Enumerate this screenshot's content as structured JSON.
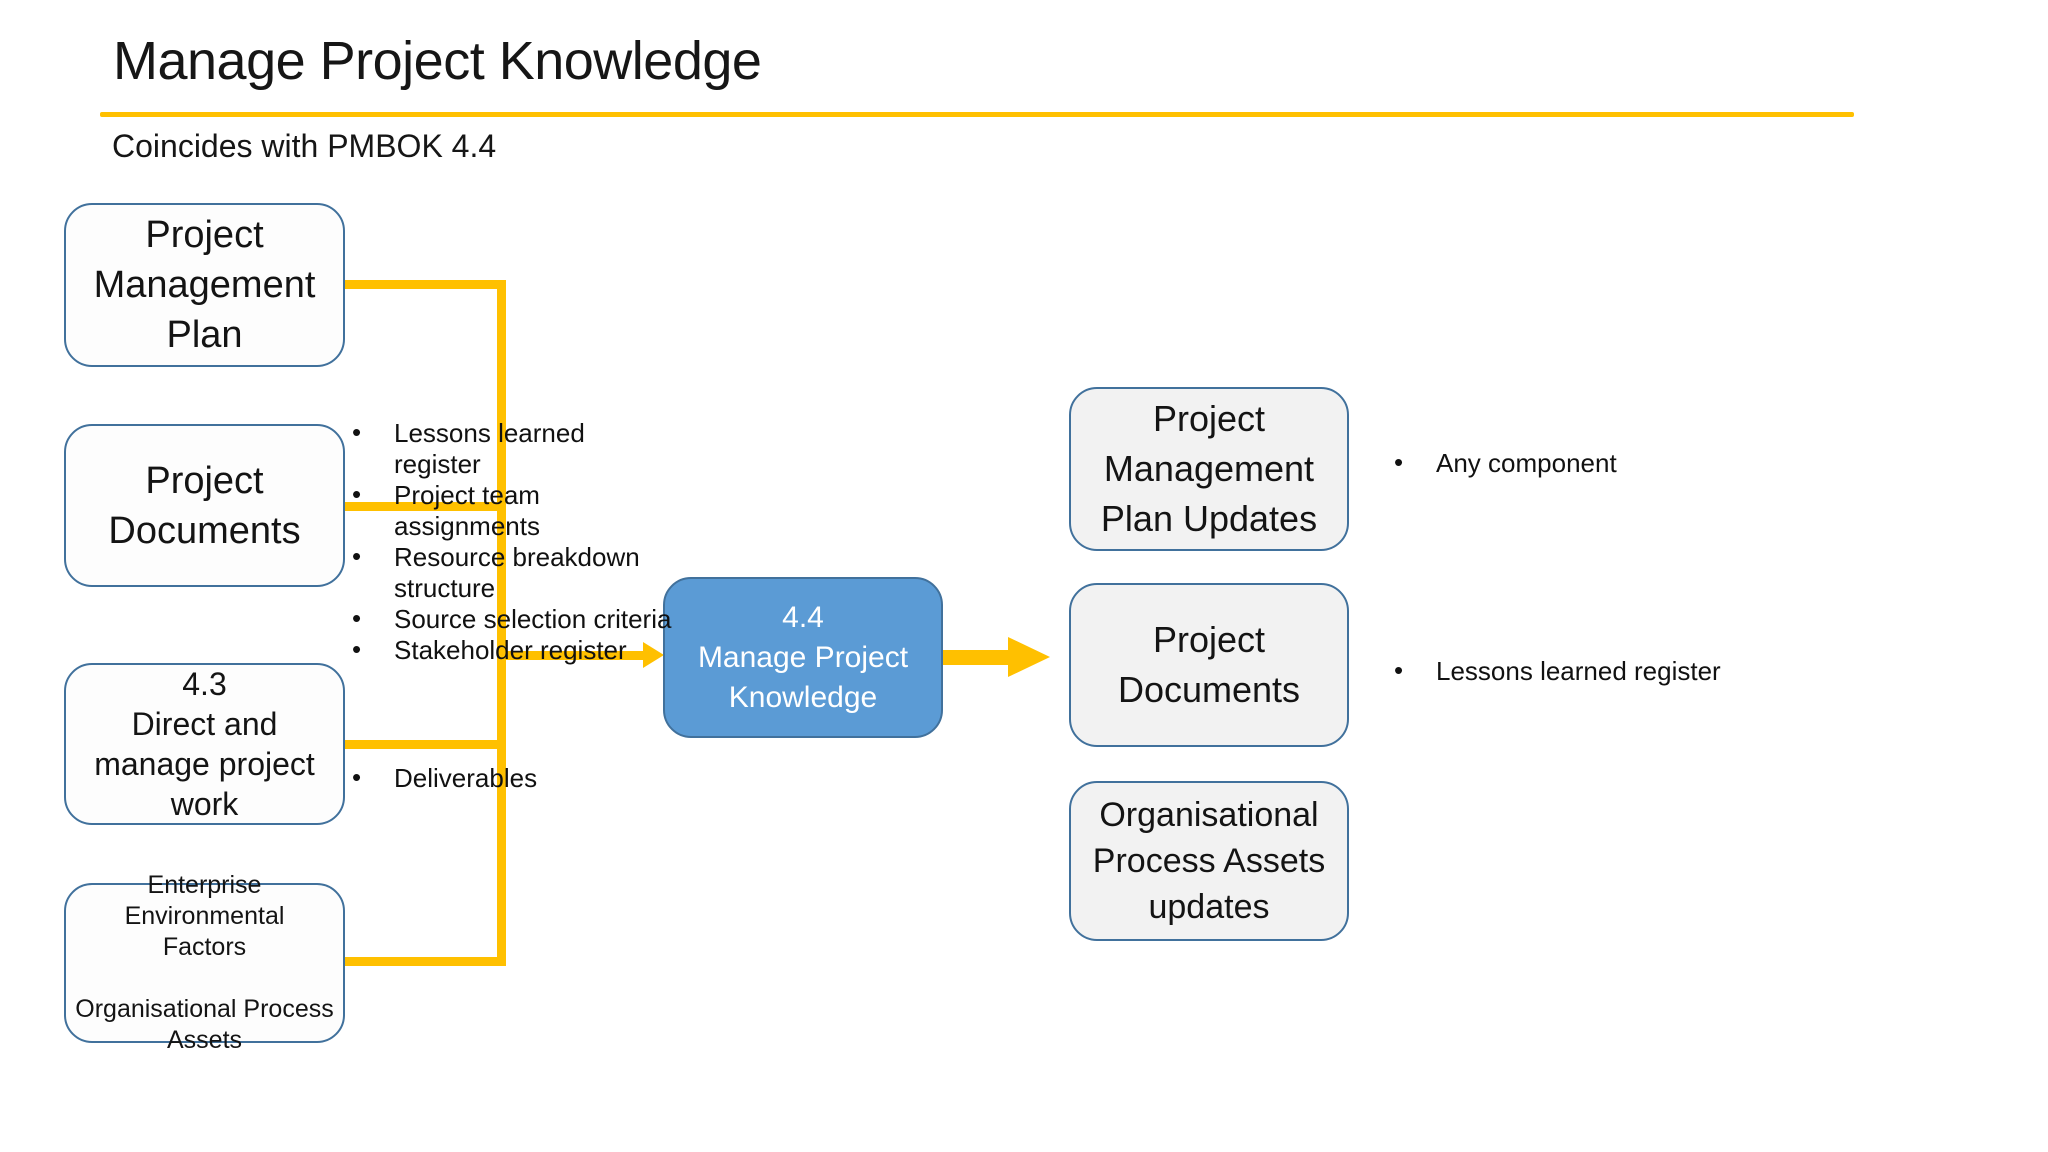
{
  "header": {
    "title": "Manage Project Knowledge",
    "subtitle": "Coincides with PMBOK 4.4"
  },
  "colors": {
    "accent_yellow": "#FFC000",
    "process_fill_blue": "#5B9BD5",
    "box_border_blue": "#41719C",
    "output_fill_gray": "#F2F2F2"
  },
  "inputs": {
    "project_management_plan": {
      "label": "Project\nManagement\nPlan"
    },
    "project_documents": {
      "label": "Project\nDocuments",
      "items": [
        "Lessons learned register",
        "Project team assignments",
        "Resource breakdown\nstructure",
        "Source selection criteria",
        "Stakeholder register"
      ]
    },
    "direct_and_manage": {
      "label": "4.3\nDirect and\nmanage project\nwork",
      "items": [
        "Deliverables"
      ]
    },
    "eef_opa": {
      "label": "Enterprise Environmental\nFactors\n\nOrganisational Process\nAssets"
    }
  },
  "process": {
    "label": "4.4\nManage Project\nKnowledge"
  },
  "outputs": {
    "pmp_updates": {
      "label": "Project\nManagement\nPlan Updates",
      "items": [
        "Any component"
      ]
    },
    "project_documents": {
      "label": "Project\nDocuments",
      "items": [
        "Lessons learned register"
      ]
    },
    "opa_updates": {
      "label": "Organisational\nProcess Assets\nupdates"
    }
  }
}
